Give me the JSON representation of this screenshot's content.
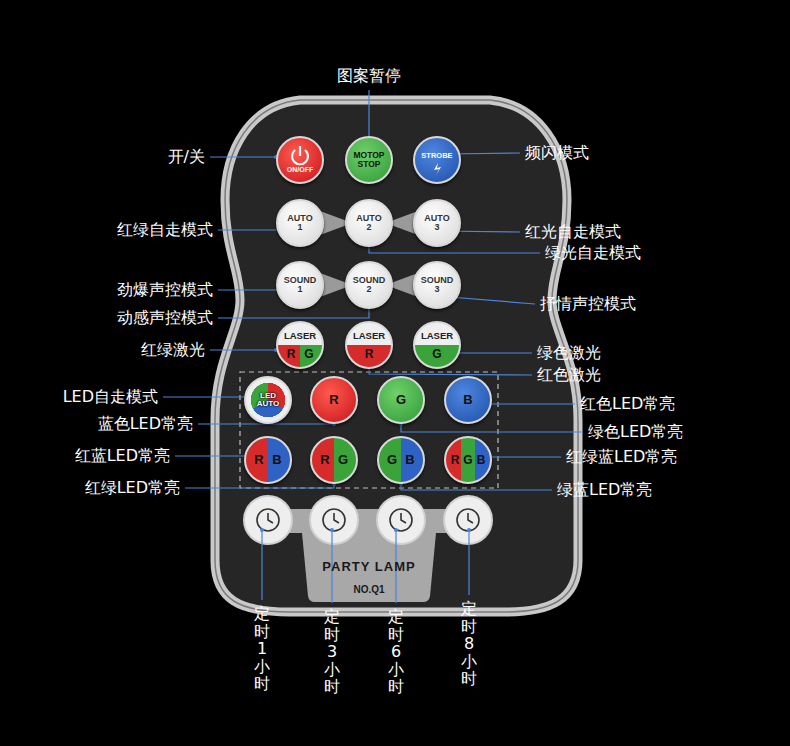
{
  "diagram": {
    "nodes": [
      {
        "text": [
          "PARTY LAMP",
          "NO.Q1"
        ]
      },
      {
        "text": [
          "ON/OFF"
        ],
        "in": 0
      },
      {
        "text": [
          "MOTOP STOP"
        ],
        "in": 0
      },
      {
        "text": [
          "STROBE"
        ],
        "in": 0
      },
      {
        "text": [
          "AUTO 1"
        ],
        "in": 0
      },
      {
        "text": [
          "AUTO 2"
        ],
        "in": 0
      },
      {
        "text": [
          "AUTO 3"
        ],
        "in": 0
      },
      {
        "text": [
          "SOUND 1"
        ],
        "in": 0
      },
      {
        "text": [
          "SOUND 2"
        ],
        "in": 0
      },
      {
        "text": [
          "SOUND 3"
        ],
        "in": 0
      },
      {
        "text": [
          "LASER",
          "R",
          "G"
        ],
        "in": 0
      },
      {
        "text": [
          "LASER",
          "R"
        ],
        "in": 0
      },
      {
        "text": [
          "LASER",
          "G"
        ],
        "in": 0
      },
      {
        "text": [
          "LED AUTO"
        ],
        "in": 0
      },
      {
        "text": [
          "R"
        ],
        "in": 0
      },
      {
        "text": [
          "G"
        ],
        "in": 0
      },
      {
        "text": [
          "B"
        ],
        "in": 0
      },
      {
        "text": [
          "R",
          "B"
        ],
        "in": 0
      },
      {
        "text": [
          "R",
          "G"
        ],
        "in": 0
      },
      {
        "text": [
          "G",
          "B"
        ],
        "in": 0
      },
      {
        "text": [
          "R",
          "G",
          "B"
        ],
        "in": 0
      }
    ],
    "labels": [
      "图案暂停",
      "开/关",
      "频闪模式",
      "红绿自走模式",
      "红光自走模式",
      "绿光自走模式",
      "劲爆声控模式",
      "抒情声控模式",
      "动感声控模式",
      "红绿激光",
      "绿色激光",
      "红色激光",
      "LED自走模式",
      "蓝色LED常亮",
      "红色LED常亮",
      "绿色LED常亮",
      "红蓝LED常亮",
      "红绿蓝LED常亮",
      "红绿LED常亮",
      "绿蓝LED常亮",
      "定时1小时",
      "定时3小时",
      "定时6小时",
      "定时8小时"
    ]
  }
}
